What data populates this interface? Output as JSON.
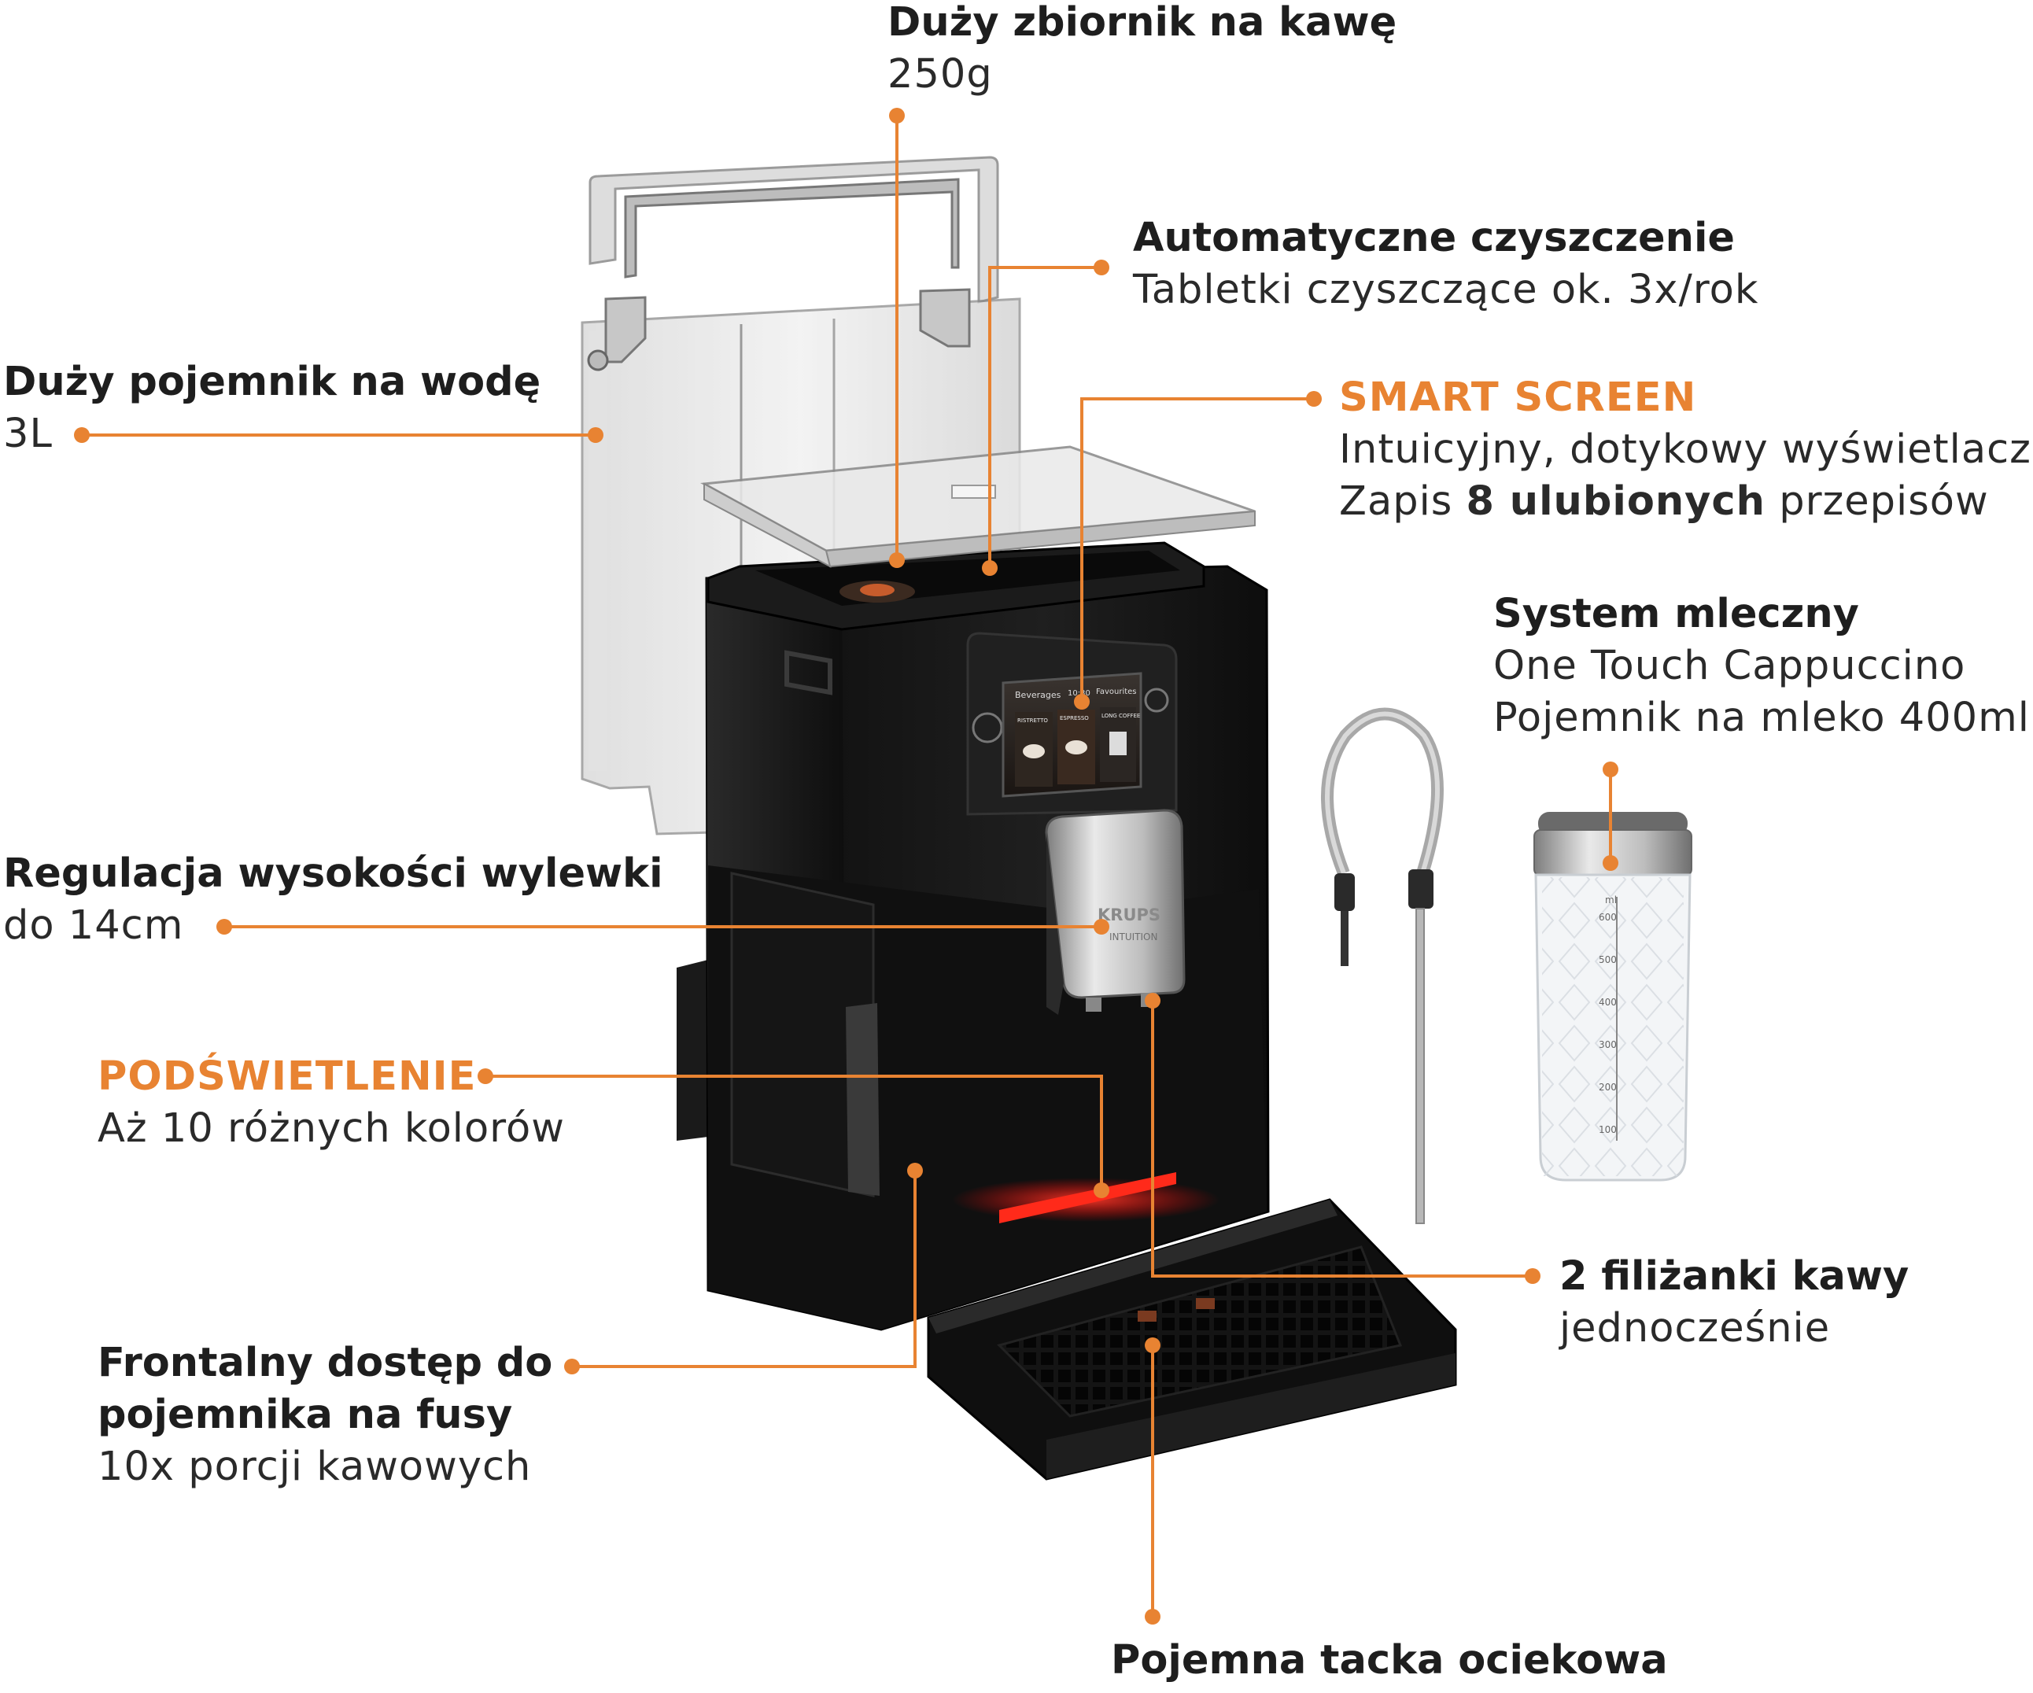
{
  "colors": {
    "accent": "#e88332",
    "light": "#ff2a1a",
    "text": "#222222"
  },
  "callouts": {
    "coffee_tank": {
      "title": "Duży zbiornik na kawę",
      "sub": "250g"
    },
    "auto_clean": {
      "title": "Automatyczne czyszczenie",
      "sub": "Tabletki czyszczące ok. 3x/rok"
    },
    "water_tank": {
      "title": "Duży pojemnik na wodę",
      "sub": "3L"
    },
    "smart_screen": {
      "title": "SMART SCREEN",
      "sub1": "Intuicyjny, dotykowy wyświetlacz",
      "sub2_pre": "Zapis ",
      "sub2_bold": "8 ulubionych",
      "sub2_post": " przepisów"
    },
    "milk_system": {
      "title": "System mleczny",
      "sub1": "One Touch Cappuccino",
      "sub2": "Pojemnik na mleko 400ml"
    },
    "spout_height": {
      "title": "Regulacja wysokości wylewki",
      "sub": "do 14cm"
    },
    "backlight": {
      "title": "PODŚWIETLENIE",
      "sub": "Aż 10 różnych kolorów"
    },
    "two_cups": {
      "title": "2 filiżanki kawy",
      "sub": "jednocześnie"
    },
    "grounds_access": {
      "title1": "Frontalny dostęp do",
      "title2": "pojemnika na fusy",
      "sub": "10x porcji kawowych"
    },
    "drip_tray": {
      "title": "Pojemna tacka ociekowa"
    }
  },
  "screen": {
    "header": "Beverages",
    "time": "10:30",
    "favorites": "Favourites",
    "tiles": [
      "RISTRETTO",
      "ESPRESSO",
      "LONG COFFEE"
    ]
  },
  "brand": {
    "name": "KRUPS",
    "model": "INTUITION"
  },
  "milk_scale": [
    "ml",
    "600",
    "500",
    "400",
    "300",
    "200",
    "100"
  ]
}
